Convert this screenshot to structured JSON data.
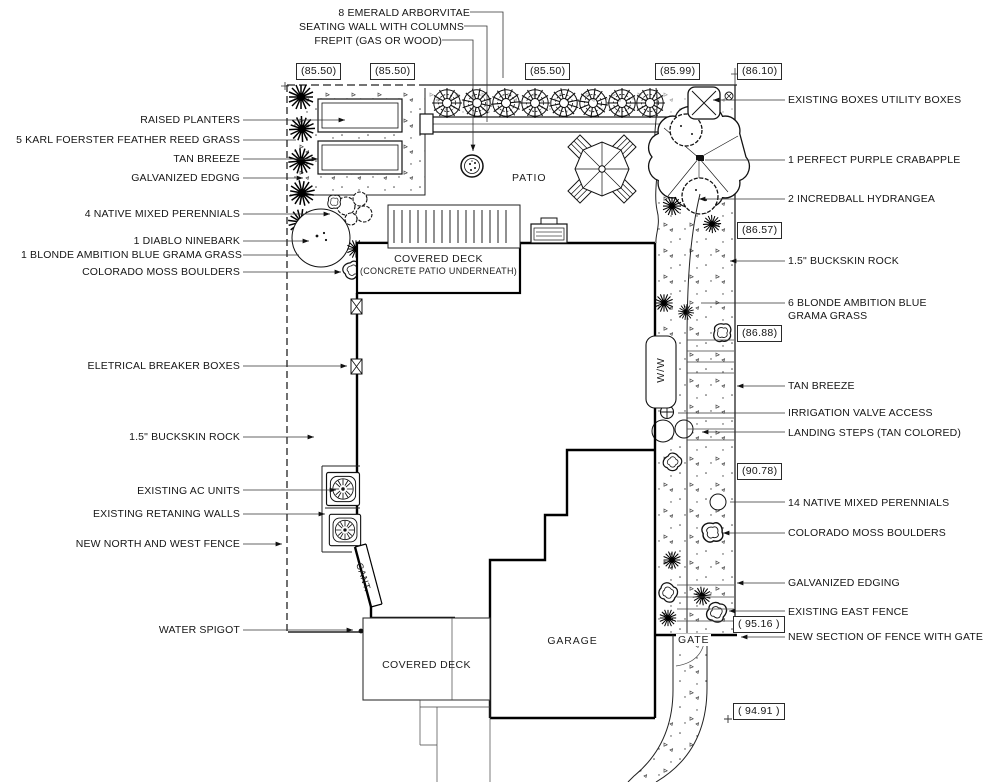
{
  "plan": {
    "callouts_top": [
      "8 EMERALD ARBORVITAE",
      "SEATING WALL WITH COLUMNS",
      "FREPIT (GAS OR WOOD)"
    ],
    "callouts_left": [
      "RAISED PLANTERS",
      "5 KARL FOERSTER FEATHER REED GRASS",
      "TAN BREEZE",
      "GALVANIZED EDGNG",
      "4 NATIVE MIXED PERENNIALS",
      "1 DIABLO NINEBARK",
      "1 BLONDE AMBITION BLUE GRAMA GRASS",
      "COLORADO MOSS BOULDERS",
      "ELETRICAL BREAKER BOXES",
      "1.5\" BUCKSKIN ROCK",
      "EXISTING AC UNITS",
      "EXISTING RETANING WALLS",
      "NEW NORTH AND WEST FENCE",
      "WATER SPIGOT"
    ],
    "callouts_right": [
      "EXISTING BOXES UTILITY BOXES",
      "1 PERFECT PURPLE CRABAPPLE",
      "2 INCREDBALL HYDRANGEA",
      "1.5\" BUCKSKIN ROCK",
      "6 BLONDE AMBITION BLUE\nGRAMA GRASS",
      "TAN BREEZE",
      "IRRIGATION VALVE ACCESS",
      "LANDING STEPS (TAN COLORED)",
      "14 NATIVE MIXED PERENNIALS",
      "COLORADO MOSS BOULDERS",
      "GALVANIZED EDGING",
      "EXISTING EAST FENCE",
      "NEW SECTION OF FENCE WITH GATE"
    ],
    "elevations_top": [
      "(85.50)",
      "(85.50)",
      "(85.50)",
      "(85.99)",
      "(86.10)"
    ],
    "elevations_right": [
      "(86.57)",
      "(86.88)",
      "(90.78)",
      "( 95.16 )",
      "( 94.91 )"
    ],
    "area_labels": {
      "patio": "PATIO",
      "covered_deck_upper": "COVERED DECK",
      "covered_deck_upper_sub": "(CONCRETE PATIO UNDERNEATH)",
      "garage": "GARAGE",
      "covered_deck_lower": "COVERED DECK",
      "cant": "CANT.",
      "ww": "W/W",
      "gate": "GATE"
    },
    "line_colors": {
      "ink": "#111111",
      "leader": "#333333"
    }
  }
}
